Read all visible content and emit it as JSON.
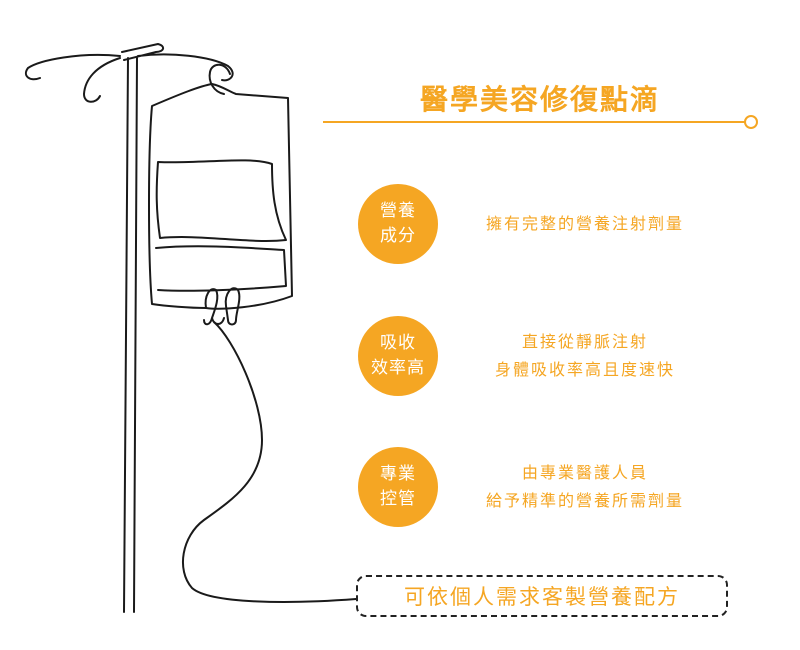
{
  "colors": {
    "accent": "#F5A623",
    "line": "#1a1a1a",
    "text": "#222222"
  },
  "title": "醫學美容修復點滴",
  "features": [
    {
      "badge": [
        "營養",
        "成分"
      ],
      "lines": [
        "擁有完整的營養注射劑量"
      ]
    },
    {
      "badge": [
        "吸收",
        "效率高"
      ],
      "lines": [
        "直接從靜脈注射",
        "身體吸收率高且度速快"
      ]
    },
    {
      "badge": [
        "專業",
        "控管"
      ],
      "lines": [
        "由專業醫護人員",
        "給予精準的營養所需劑量"
      ]
    }
  ],
  "footer": {
    "text": "可依個人需求客製營養配方"
  }
}
